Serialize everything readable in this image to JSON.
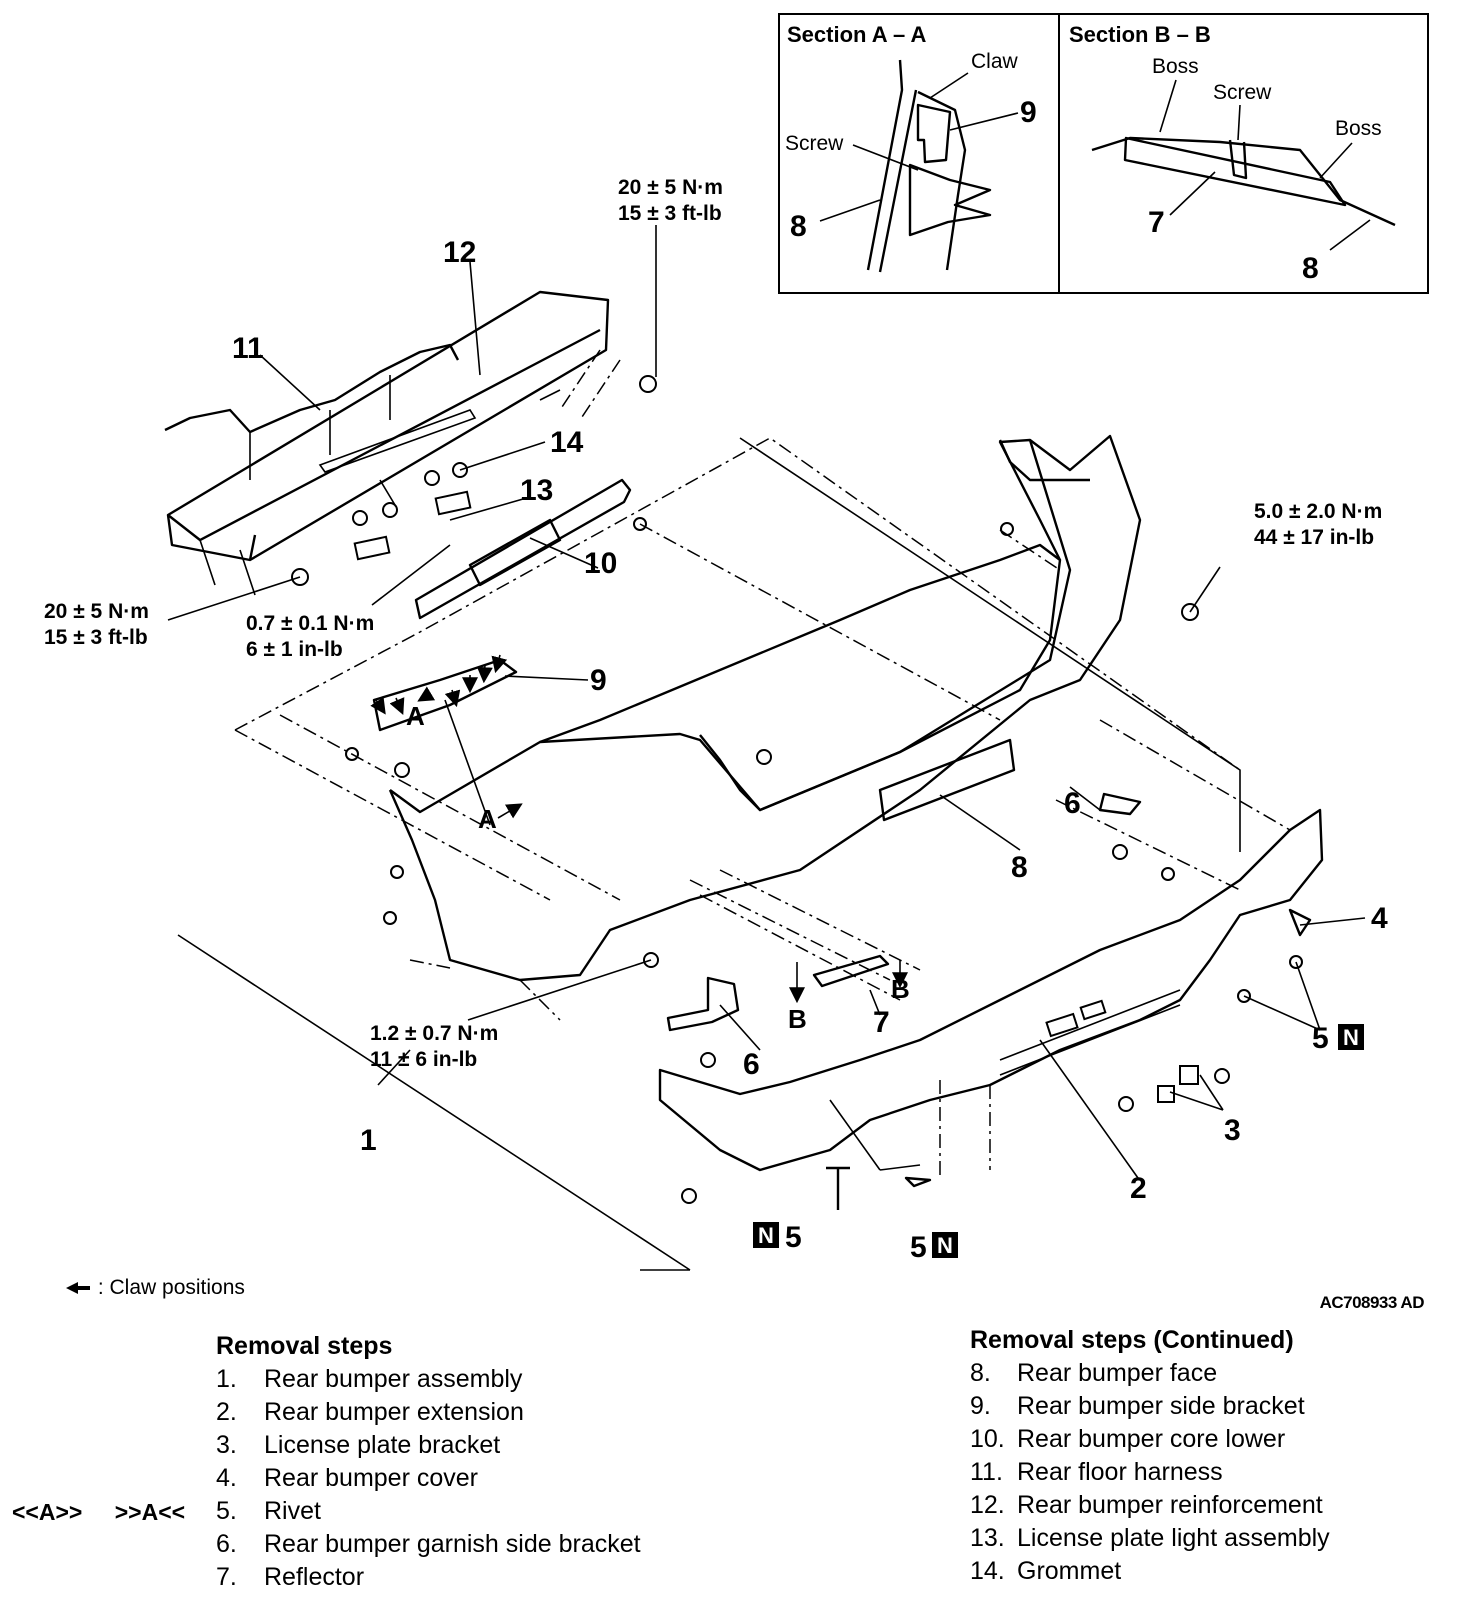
{
  "callouts": {
    "c1": "1",
    "c2": "2",
    "c3": "3",
    "c4": "4",
    "c5a": "5",
    "c5b": "5",
    "c5c": "5",
    "c6a": "6",
    "c6b": "6",
    "c7": "7",
    "c8": "8",
    "c9": "9",
    "c10": "10",
    "c11": "11",
    "c12": "12",
    "c13": "13",
    "c14": "14"
  },
  "torques": {
    "t1_a": "20 ± 5 N·m",
    "t1_b": "15 ± 3 ft-lb",
    "t2_a": "20 ± 5 N·m",
    "t2_b": "15 ± 3 ft-lb",
    "t3_a": "0.7 ± 0.1 N·m",
    "t3_b": "6 ± 1 in-lb",
    "t4_a": "5.0 ± 2.0 N·m",
    "t4_b": "44 ± 17 in-lb",
    "t5_a": "1.2 ± 0.7 N·m",
    "t5_b": "11 ± 6 in-lb"
  },
  "section_marks": {
    "a1": "A",
    "a2": "A",
    "b1": "B",
    "b2": "B"
  },
  "n_mark": "N",
  "section_aa": {
    "title": "Section A – A",
    "claw": "Claw",
    "screw": "Screw",
    "n9": "9",
    "n8": "8"
  },
  "section_bb": {
    "title": "Section B – B",
    "boss1": "Boss",
    "screw": "Screw",
    "boss2": "Boss",
    "n7": "7",
    "n8": "8"
  },
  "legend": {
    "text": ": Claw positions"
  },
  "figure_code": "AC708933 AD",
  "removal_steps": {
    "title": "Removal steps",
    "items": [
      {
        "num": "1.",
        "label": "Rear bumper assembly"
      },
      {
        "num": "2.",
        "label": "Rear bumper extension"
      },
      {
        "num": "3.",
        "label": "License plate bracket"
      },
      {
        "num": "4.",
        "label": "Rear bumper cover"
      },
      {
        "num": "5.",
        "label": "Rivet"
      },
      {
        "num": "6.",
        "label": "Rear bumper garnish side bracket"
      },
      {
        "num": "7.",
        "label": "Reflector"
      }
    ]
  },
  "removal_steps_continued": {
    "title": "Removal steps (Continued)",
    "items": [
      {
        "num": "8.",
        "label": "Rear bumper face"
      },
      {
        "num": "9.",
        "label": "Rear bumper side bracket"
      },
      {
        "num": "10.",
        "label": "Rear bumper core lower"
      },
      {
        "num": "11.",
        "label": "Rear floor harness"
      },
      {
        "num": "12.",
        "label": "Rear bumper reinforcement"
      },
      {
        "num": "13.",
        "label": "License plate light assembly"
      },
      {
        "num": "14.",
        "label": "Grommet"
      }
    ]
  },
  "procedure_marks": {
    "removal": "<<A>>",
    "installation": ">>A<<"
  }
}
